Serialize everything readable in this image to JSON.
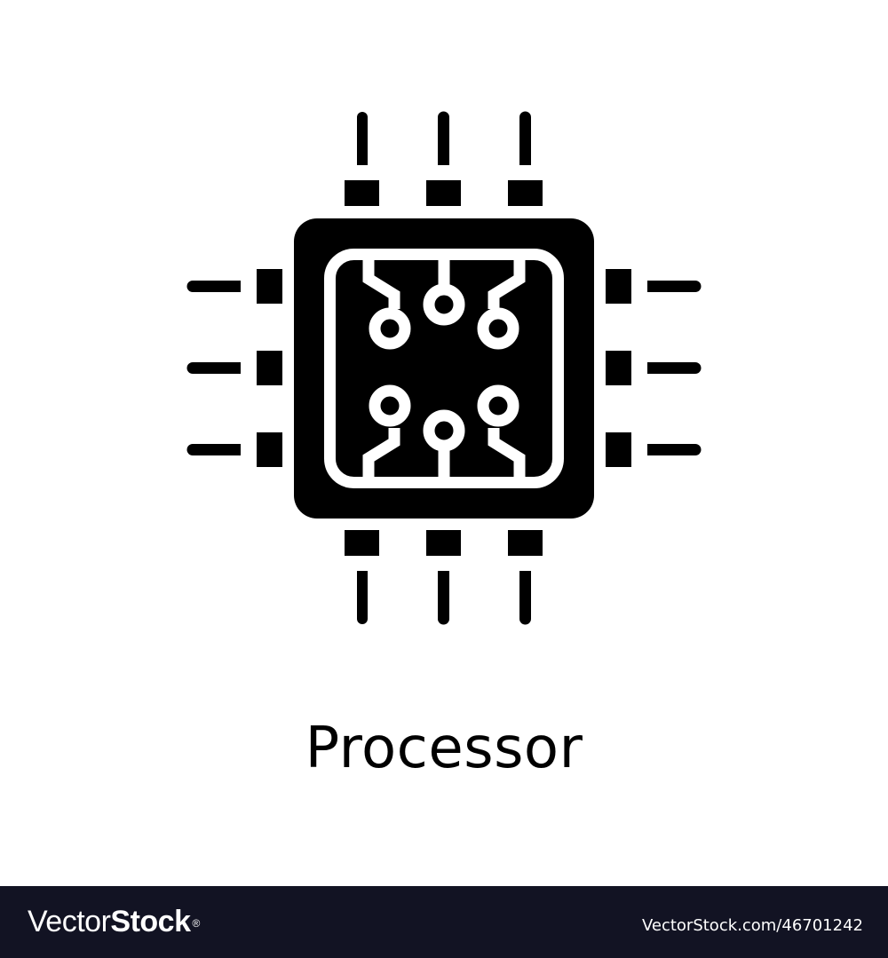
{
  "illustration": {
    "subject": "processor-chip-icon",
    "caption": "Processor",
    "colors": {
      "background": "#ffffff",
      "foreground": "#000000",
      "trace": "#ffffff"
    }
  },
  "footer": {
    "brand_light": "Vector",
    "brand_bold": "Stock",
    "brand_mark": "®",
    "url": "VectorStock.com/46701242",
    "background": "#121323"
  }
}
